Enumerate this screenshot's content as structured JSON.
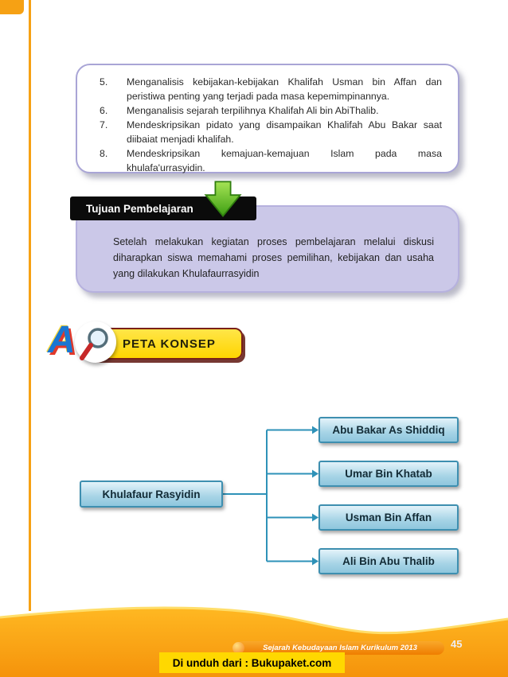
{
  "objectives": {
    "items": [
      {
        "num": "5.",
        "text": "Menganalisis kebijakan-kebijakan Khalifah Usman bin Affan dan peristiwa penting yang terjadi pada masa kepemimpinannya."
      },
      {
        "num": "6.",
        "text": "Menganalisis sejarah terpilihnya Khalifah Ali bin AbiThalib."
      },
      {
        "num": "7.",
        "text": "Mendeskripsikan pidato yang disampaikan Khalifah Abu Bakar saat diibaiat menjadi khalifah."
      },
      {
        "num": "8.",
        "text": "Mendeskripsikan kemajuan-kemajuan Islam pada masa khulafa'urrasyidin."
      }
    ]
  },
  "tujuan": {
    "label": "Tujuan Pembelajaran",
    "body": "Setelah melakukan kegiatan proses pembelajaran melalui diskusi diharapkan siswa memahami proses pemilihan, kebijakan dan usaha yang dilakukan Khulafaurrasyidin"
  },
  "peta": {
    "label": "PETA KONSEP",
    "icon_letter": "A",
    "root": "Khulafaur Rasyidin",
    "children": [
      "Abu Bakar As Shiddiq",
      "Umar Bin Khatab",
      "Usman Bin Affan",
      "Ali Bin Abu Thalib"
    ]
  },
  "footer": {
    "series": "Sejarah Kebudayaan Islam Kurikulum 2013",
    "page_number": "45",
    "download": "Di unduh dari : Bukupaket.com"
  },
  "colors": {
    "accent_orange": "#f6a114",
    "lavender_box": "#cbc8e8",
    "banner_yellow": "#ffd400",
    "node_border_blue": "#3e8fb0",
    "download_yellow": "#ffd800",
    "arrow_green": "#4faf1e"
  }
}
